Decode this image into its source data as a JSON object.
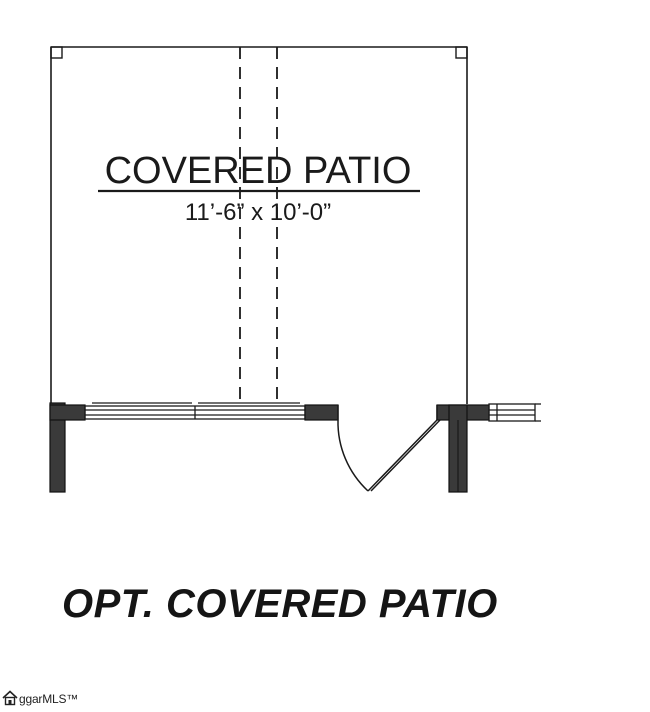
{
  "room": {
    "name": "COVERED PATIO",
    "dimensions": "11’-6” x 10’-0”"
  },
  "caption": "OPT. COVERED PATIO",
  "watermark": {
    "brand_text": "ggarMLS™",
    "logo_icon": "house-logo-icon"
  },
  "colors": {
    "line": "#1a1a1a",
    "wall_fill": "#3a3a3a",
    "background": "#ffffff"
  }
}
